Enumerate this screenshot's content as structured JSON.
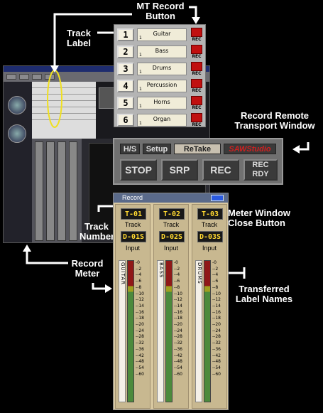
{
  "callouts": {
    "mt_record": "MT Record Button",
    "track_label": "Track Label",
    "remote_window": "Record Remote Transport Window",
    "meter_close": "Meter Window Close Button",
    "track_number": "Track Number",
    "record_meter": "Record Meter",
    "transferred": "Transferred Label Names"
  },
  "mt_tracks": [
    {
      "num": "1",
      "name": "Guitar",
      "sub": "1",
      "rec": "REC"
    },
    {
      "num": "2",
      "name": "Bass",
      "sub": "1",
      "rec": "REC"
    },
    {
      "num": "3",
      "name": "Drums",
      "sub": "1",
      "rec": "REC"
    },
    {
      "num": "4",
      "name": "Percussion",
      "sub": "1",
      "rec": "REC"
    },
    {
      "num": "5",
      "name": "Horns",
      "sub": "1",
      "rec": "REC"
    },
    {
      "num": "6",
      "name": "Organ",
      "sub": "1",
      "rec": "REC"
    }
  ],
  "remote": {
    "hs": "H/S",
    "setup": "Setup",
    "retake": "ReTake",
    "brand": "SAWStudio",
    "stop": "STOP",
    "srp": "SRP",
    "rec": "REC",
    "recrdy": "REC RDY",
    "brand_color": "#d02020"
  },
  "meter_window": {
    "title": "Record",
    "columns": [
      {
        "track": "T-01",
        "track_lbl": "Track",
        "input": "D-01S",
        "input_lbl": "Input",
        "name": "GUITAR"
      },
      {
        "track": "T-02",
        "track_lbl": "Track",
        "input": "D-02S",
        "input_lbl": "Input",
        "name": "BASS"
      },
      {
        "track": "T-03",
        "track_lbl": "Track",
        "input": "D-03S",
        "input_lbl": "Input",
        "name": "DRUMS"
      }
    ],
    "scale": [
      "0",
      "-2",
      "-4",
      "-6",
      "-8",
      "-10",
      "-12",
      "-14",
      "-16",
      "-18",
      "-20",
      "-24",
      "-28",
      "-32",
      "-36",
      "-42",
      "-48",
      "-54",
      "-60"
    ]
  }
}
